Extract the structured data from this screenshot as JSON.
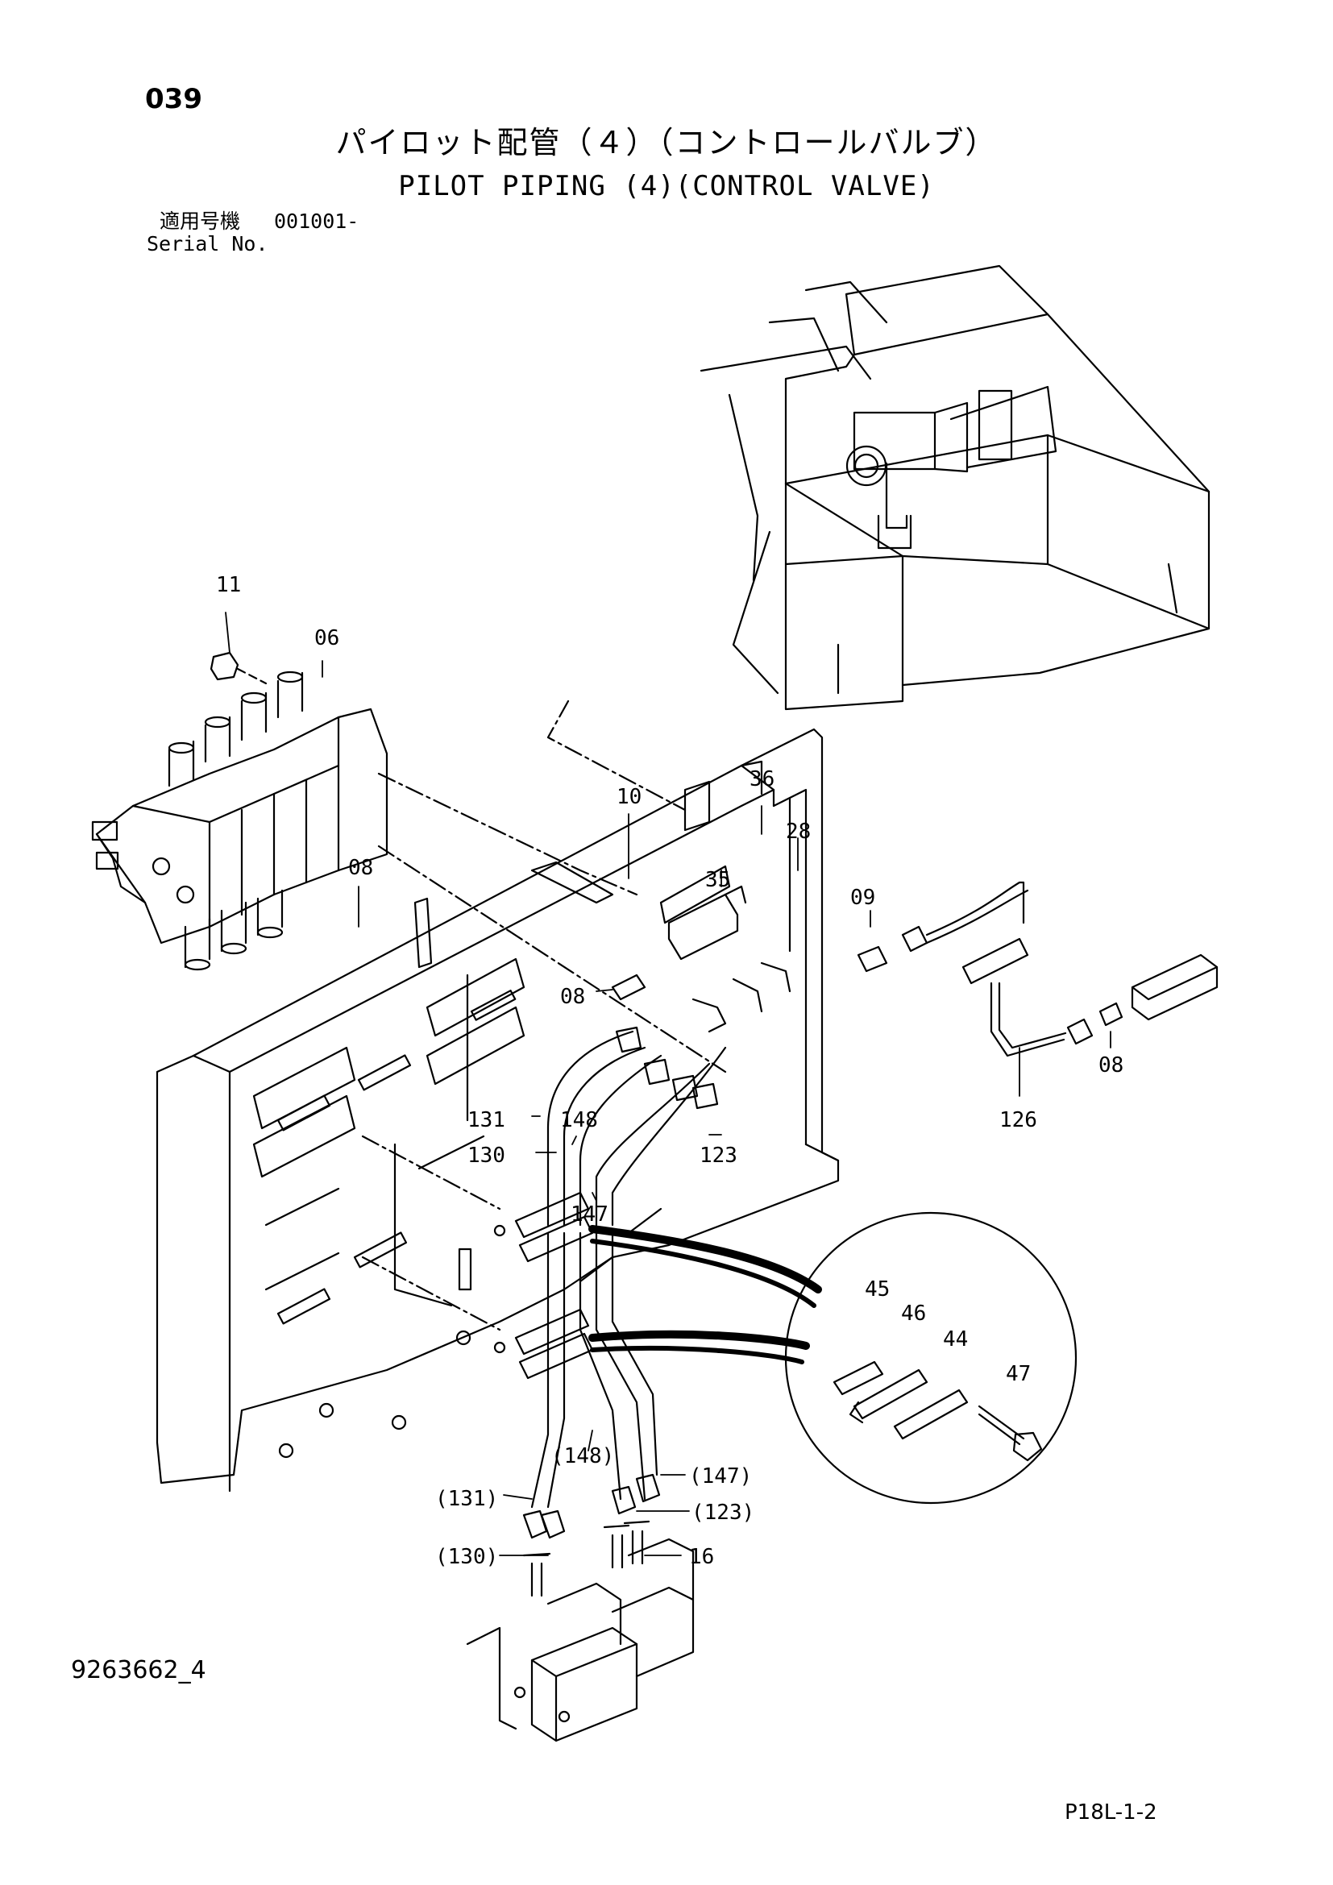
{
  "page_number": "039",
  "title_jp": "パイロット配管（４）（コントロールバルブ）",
  "title_en": "PILOT PIPING (4)(CONTROL VALVE)",
  "serial": {
    "label_jp": "適用号機",
    "label_en": "Serial No.",
    "value": "001001-"
  },
  "drawing_number": "9263662_4",
  "sheet_code": "P18L-1-2",
  "callouts": [
    {
      "id": "c11",
      "label": "11"
    },
    {
      "id": "c06",
      "label": "06"
    },
    {
      "id": "c08a",
      "label": "08"
    },
    {
      "id": "c10",
      "label": "10"
    },
    {
      "id": "c36",
      "label": "36"
    },
    {
      "id": "c28",
      "label": "28"
    },
    {
      "id": "c35",
      "label": "35"
    },
    {
      "id": "c09",
      "label": "09"
    },
    {
      "id": "c08b",
      "label": "08"
    },
    {
      "id": "c08c",
      "label": "08"
    },
    {
      "id": "c126",
      "label": "126"
    },
    {
      "id": "c131",
      "label": "131"
    },
    {
      "id": "c148",
      "label": "148"
    },
    {
      "id": "c130",
      "label": "130"
    },
    {
      "id": "c123",
      "label": "123"
    },
    {
      "id": "c147",
      "label": "147"
    },
    {
      "id": "c45",
      "label": "45"
    },
    {
      "id": "c46",
      "label": "46"
    },
    {
      "id": "c44",
      "label": "44"
    },
    {
      "id": "c47",
      "label": "47"
    },
    {
      "id": "c148p",
      "label": "(148)"
    },
    {
      "id": "c147p",
      "label": "(147)"
    },
    {
      "id": "c131p",
      "label": "(131)"
    },
    {
      "id": "c123p",
      "label": "(123)"
    },
    {
      "id": "c130p",
      "label": "(130)"
    },
    {
      "id": "c16",
      "label": "16"
    }
  ]
}
